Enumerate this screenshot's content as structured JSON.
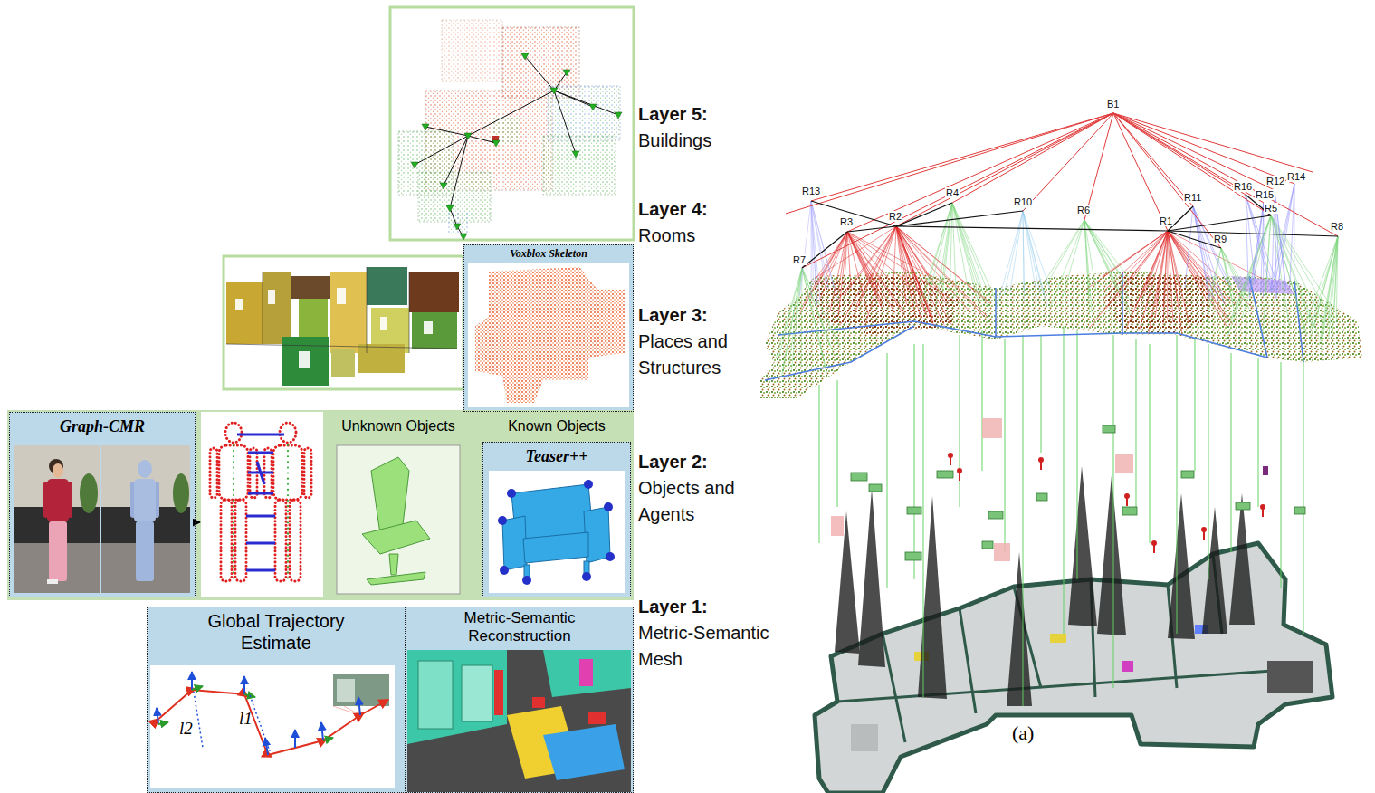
{
  "diagram": {
    "nodes": [
      {
        "text": [
          "Voxblox Skeleton"
        ]
      },
      {
        "text": [
          "Graph-CMR"
        ]
      },
      {
        "text": [
          "Teaser++"
        ]
      },
      {
        "text": [
          "Global Trajectory Estimate"
        ]
      },
      {
        "text": [
          "Metric-Semantic Reconstruction"
        ]
      }
    ],
    "labels": [
      "Layer 5:",
      "Buildings",
      "Layer 4:",
      "Rooms",
      "Layer 3:",
      "Places and Structures",
      "Layer 2:",
      "Objects and Agents",
      "Layer 1:",
      "Metric-Semantic Mesh",
      "Unknown Objects",
      "Known Objects",
      "l2",
      "l1",
      "B1",
      "R13",
      "R3",
      "R2",
      "R4",
      "R10",
      "R6",
      "R1",
      "R11",
      "R16",
      "R15",
      "R12",
      "R14",
      "R5",
      "R8",
      "R9",
      "R7",
      "(a)"
    ]
  }
}
